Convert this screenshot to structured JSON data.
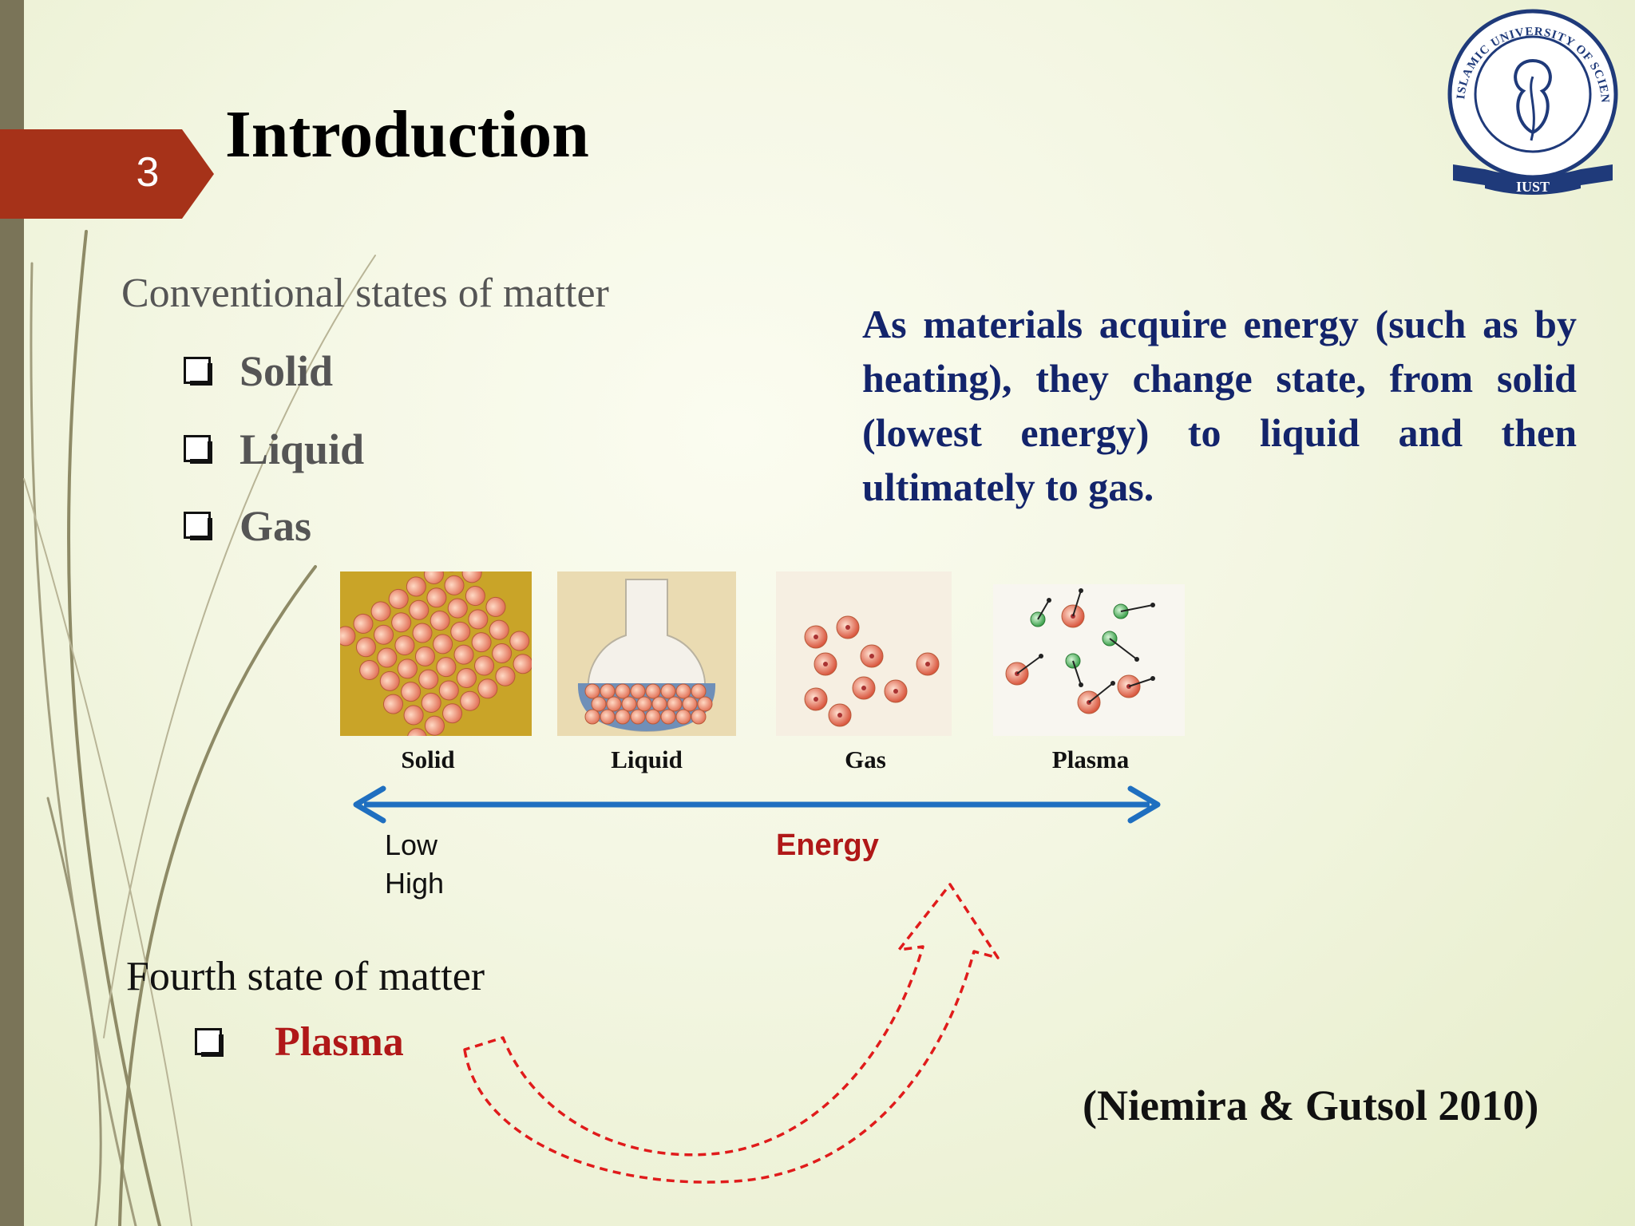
{
  "slide": {
    "number": "3",
    "title": "Introduction"
  },
  "logo": {
    "ring_text": "ISLAMIC UNIVERSITY OF SCIENCE & TECHNOLOGY KASHMIR",
    "banner_text": "IUST",
    "icon": "university-seal"
  },
  "conventional": {
    "heading": "Conventional states of matter",
    "items": [
      "Solid",
      "Liquid",
      "Gas"
    ]
  },
  "description": "As materials acquire energy (such as by heating), they change state, from solid (lowest energy) to liquid and then ultimately to gas.",
  "diagram": {
    "labels": [
      "Solid",
      "Liquid",
      "Gas",
      "Plasma"
    ],
    "axis_low": "Low",
    "axis_high": "High",
    "axis_label": "Energy"
  },
  "fourth": {
    "heading": "Fourth state of matter",
    "item": "Plasma"
  },
  "citation": "(Niemira & Gutsol 2010)",
  "colors": {
    "accent_tab": "#a63219",
    "title_text": "#000000",
    "paragraph": "#13246b",
    "arrow_blue": "#1f6fc0",
    "emphasis_red": "#b01818"
  }
}
